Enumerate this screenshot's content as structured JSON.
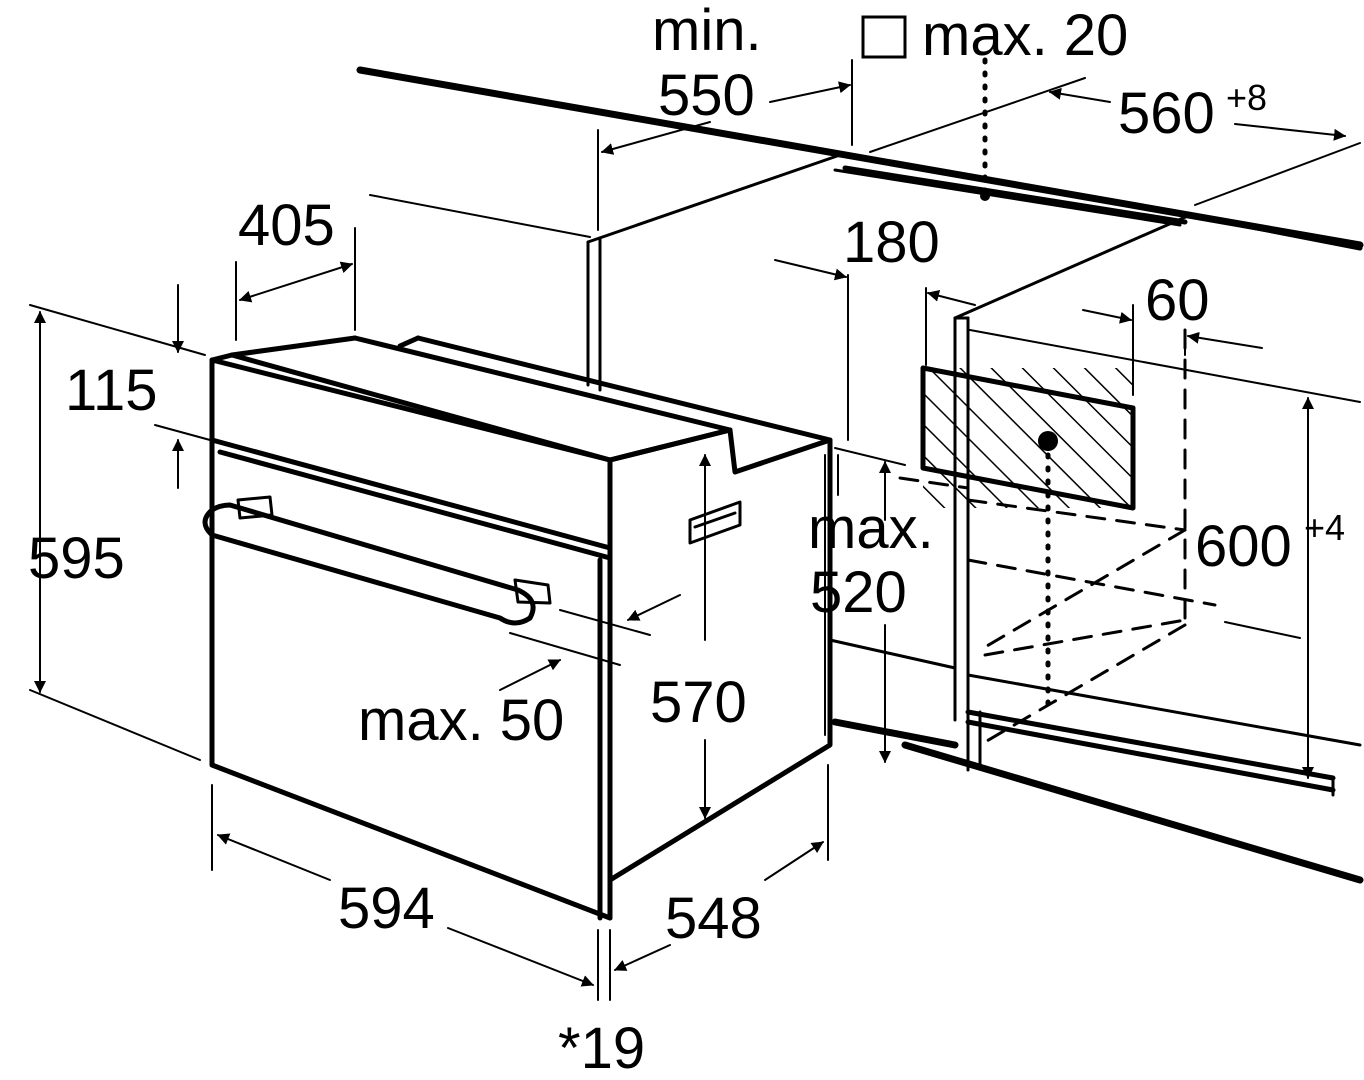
{
  "labels": {
    "min": "min.",
    "min_550": "550",
    "max_20": "max. 20",
    "width_560": "560",
    "width_560_tol": "+8",
    "d405": "405",
    "d180": "180",
    "d60": "60",
    "d115": "115",
    "d595": "595",
    "max": "max.",
    "max_520": "520",
    "height_600": "600",
    "height_600_tol": "+4",
    "d570": "570",
    "max_50": "max. 50",
    "d594": "594",
    "d548": "548",
    "note_19": "*19"
  },
  "colors": {
    "line": "#000000",
    "background": "#ffffff"
  },
  "icons": {
    "square": "square-outline-icon",
    "socket": "socket-dot-icon"
  }
}
